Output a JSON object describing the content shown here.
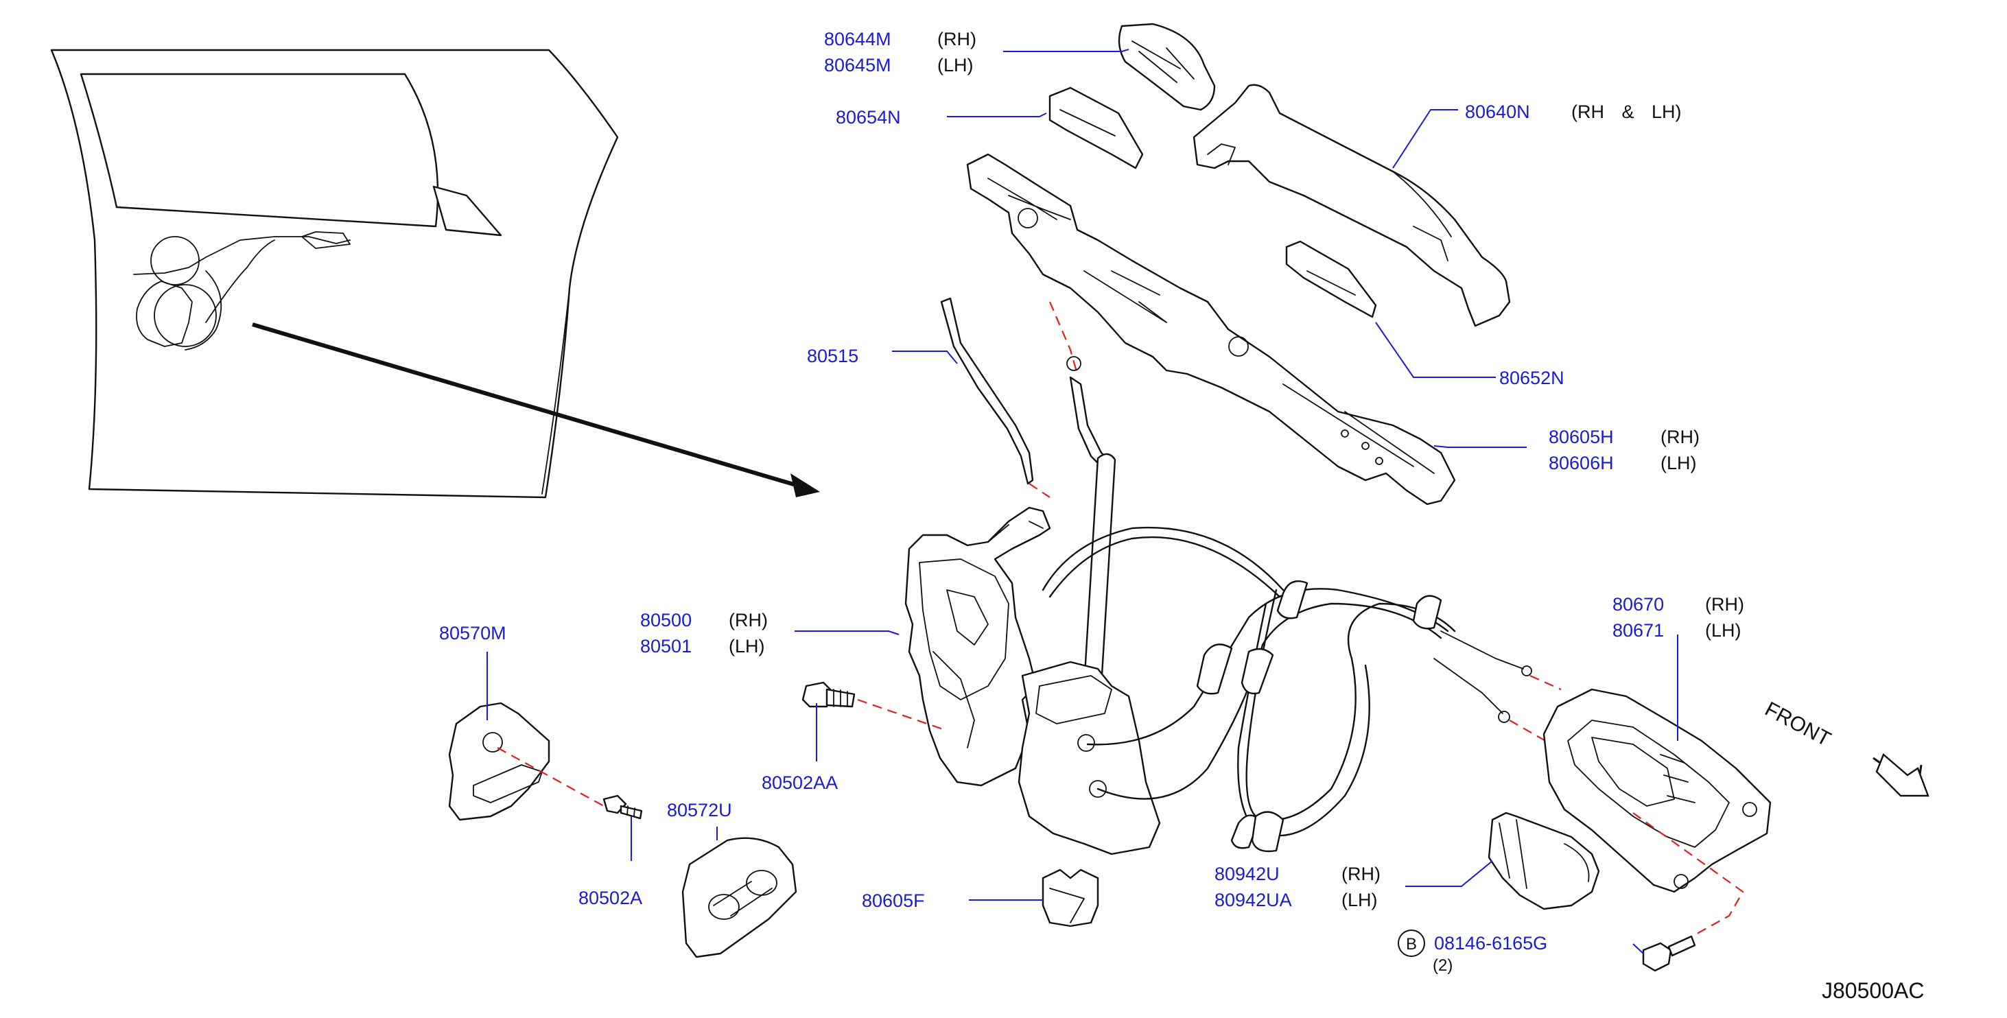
{
  "labels": {
    "p80644M": "80644M",
    "q80644M": "(RH)",
    "p80645M": "80645M",
    "q80645M": "(LH)",
    "p80654N": "80654N",
    "p80640N": "80640N",
    "q80640N": "(RH & LH)",
    "p80515": "80515",
    "p80652N": "80652N",
    "p80605H": "80605H",
    "q80605H": "(RH)",
    "p80606H": "80606H",
    "q80606H": "(LH)",
    "p80500": "80500",
    "q80500": "(RH)",
    "p80501": "80501",
    "q80501": "(LH)",
    "p80570M": "80570M",
    "p80670": "80670",
    "q80670": "(RH)",
    "p80671": "80671",
    "q80671": "(LH)",
    "p80502AA": "80502AA",
    "p80572U": "80572U",
    "p80502A": "80502A",
    "p80605F": "80605F",
    "p80942U": "80942U",
    "q80942U": "(RH)",
    "p80942UA": "80942UA",
    "q80942UA": "(LH)",
    "bolt_circle": "B",
    "bolt_part": "08146-6165G",
    "bolt_qty": "(2)",
    "front": "FRONT",
    "diagram_ref": "J80500AC"
  },
  "colors": {
    "part_number": "#1a1ad8",
    "leader_line": "#1a1ad8",
    "center_line": "#e02020",
    "drawing": "#111111"
  }
}
